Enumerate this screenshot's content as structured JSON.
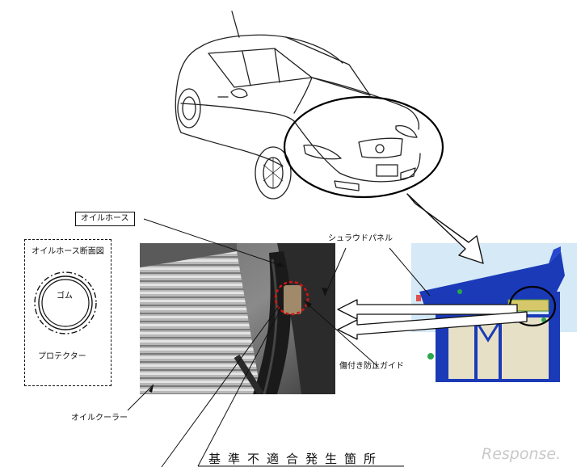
{
  "labels": {
    "oil_hose": "オイルホース",
    "cross_section_title": "オイルホース断面図",
    "rubber": "ゴム",
    "protector": "プロテクター",
    "shroud_panel": "シュラウドパネル",
    "damage_guide": "傷付き防止ガイド",
    "oil_cooler": "オイルクーラー"
  },
  "caption": "基準不適合発生箇所",
  "watermark": "Response."
}
